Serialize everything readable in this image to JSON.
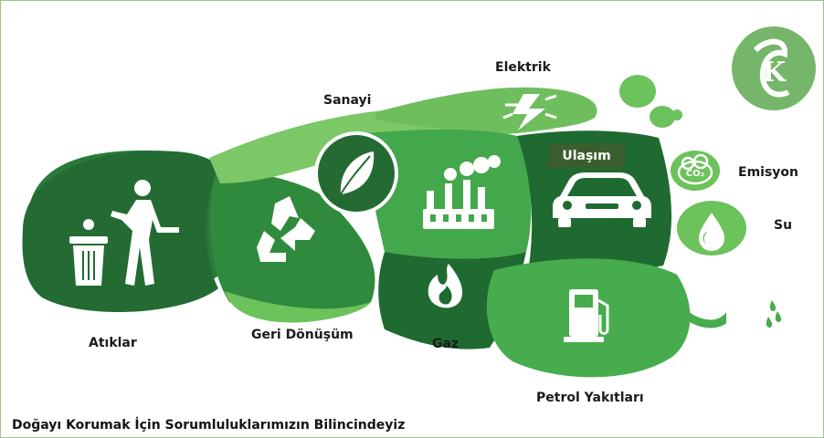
{
  "labels": {
    "atiklar": "Atıklar",
    "geri_donusum": "Geri Dönüşüm",
    "gaz": "Gaz",
    "sanayi": "Sanayi",
    "elektrik": "Elektrik",
    "ulasim": "Ulaşım",
    "emisyon": "Emisyon",
    "su": "Su",
    "petrol": "Petrol Yakıtları"
  },
  "co2_text": "CO₂",
  "logo_letter": "K",
  "footer": "Doğayı Korumak İçin Sorumluluklarımızın Bilincindeyiz",
  "colors": {
    "dark_green": "#236b33",
    "mid_green": "#3fa74b",
    "light_green": "#6cc25b",
    "logo_green": "#76b66a",
    "tag_bg": "#3a5e2e"
  }
}
